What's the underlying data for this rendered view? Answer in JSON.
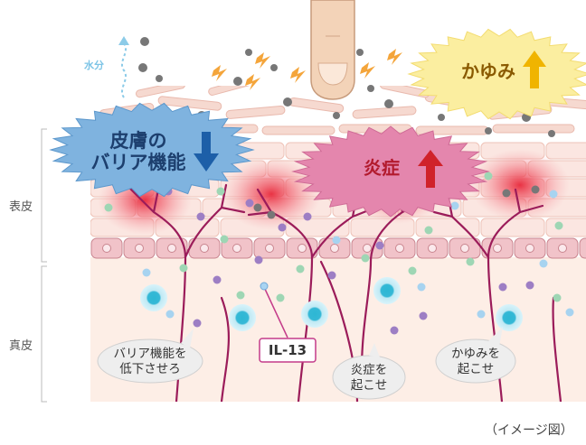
{
  "labels": {
    "epidermis": "表皮",
    "dermis": "真皮",
    "water": "水分",
    "caption": "（イメージ図）"
  },
  "bursts": {
    "barrier": {
      "line1": "皮膚の",
      "line2": "バリア機能",
      "arrow": "down",
      "color": "#7fb3df"
    },
    "inflammation": {
      "text": "炎症",
      "arrow": "up",
      "color": "#e486ad"
    },
    "itch": {
      "text": "かゆみ",
      "arrow": "up",
      "color": "#fbeea0"
    }
  },
  "cytokine": {
    "name": "IL-13"
  },
  "bubbles": [
    {
      "line1": "バリア機能を",
      "line2": "低下させろ"
    },
    {
      "line1": "炎症を",
      "line2": "起こせ"
    },
    {
      "line1": "かゆみを",
      "line2": "起こせ"
    }
  ],
  "colors": {
    "nerve": "#9b1c5a",
    "skin_layer": "#fbe3df",
    "dermis_bg": "#fdeee6",
    "arrow_blue": "#1d5fa8",
    "arrow_red": "#d0222a",
    "arrow_yellow": "#f0b400"
  }
}
